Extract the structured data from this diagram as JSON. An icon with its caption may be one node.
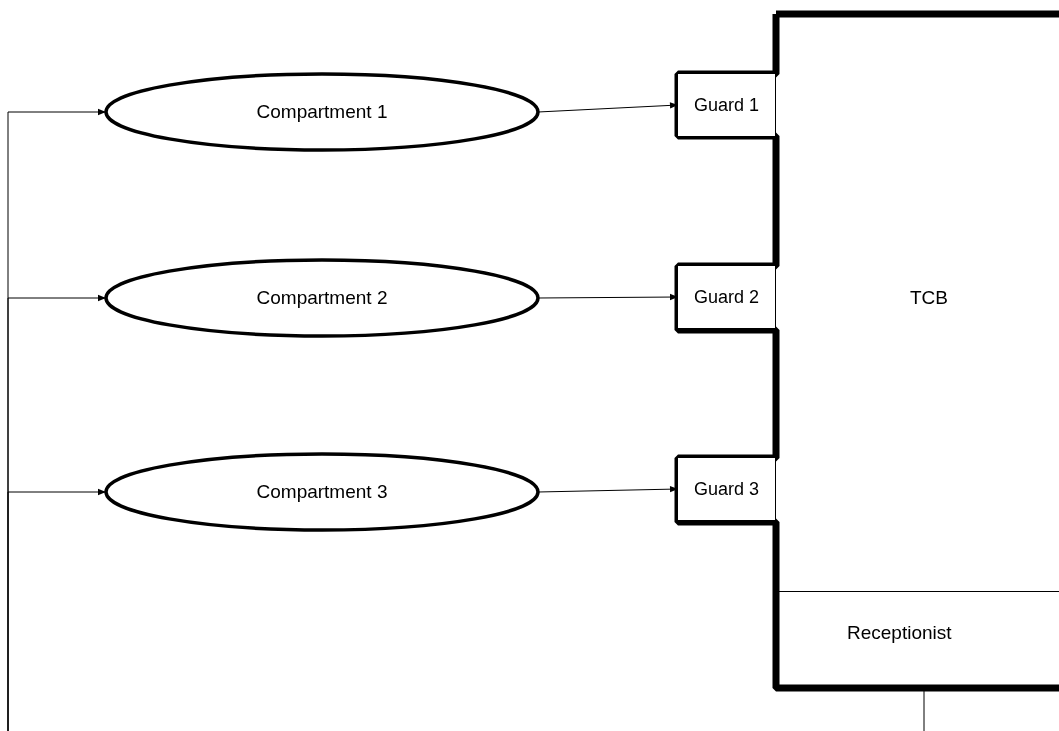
{
  "diagram": {
    "nodes": [
      {
        "text": [
          "Compartment 1"
        ]
      },
      {
        "text": [
          "Compartment 2"
        ]
      },
      {
        "text": [
          "Compartment 3"
        ]
      },
      {
        "text": [
          "TCB"
        ]
      },
      {
        "text": [
          "Guard 1"
        ],
        "in": 3
      },
      {
        "text": [
          "Guard 2"
        ],
        "in": 3
      },
      {
        "text": [
          "Guard 3"
        ],
        "in": 3
      },
      {
        "text": [
          "Receptionist"
        ],
        "in": 3
      }
    ],
    "edges": [
      {
        "from": null,
        "to": 0,
        "arrow": "to"
      },
      {
        "from": null,
        "to": 1,
        "arrow": "to"
      },
      {
        "from": null,
        "to": 2,
        "arrow": "to"
      },
      {
        "from": 0,
        "to": 4,
        "arrow": "to"
      },
      {
        "from": 1,
        "to": 5,
        "arrow": "to"
      },
      {
        "from": 2,
        "to": 6,
        "arrow": "to"
      },
      {
        "from": 7,
        "to": null,
        "arrow": "none"
      }
    ]
  }
}
